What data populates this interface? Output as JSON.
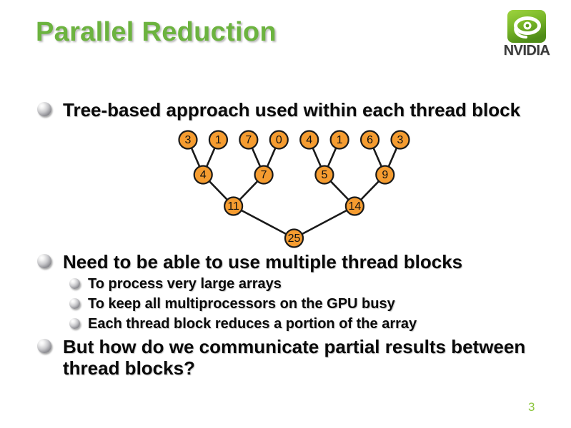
{
  "slide": {
    "title": "Parallel Reduction",
    "page_number": "3",
    "colors": {
      "title_green": "#6CB33F",
      "page_green": "#8DC63F",
      "node_orange": "#F59C30",
      "node_stroke": "#1a1a1a",
      "edge_black": "#1a1a1a"
    }
  },
  "logo": {
    "brand": "NVIDIA",
    "icon": "nvidia-eye-icon"
  },
  "bullets": [
    {
      "level": 1,
      "text": "Tree-based approach used within each thread block"
    },
    {
      "level": 1,
      "text": "Need to be able to use multiple thread blocks"
    },
    {
      "level": 2,
      "text": "To process very large arrays"
    },
    {
      "level": 2,
      "text": "To keep all multiprocessors on the GPU busy"
    },
    {
      "level": 2,
      "text": "Each thread block reduces a portion of the array"
    },
    {
      "level": 1,
      "text": "But how do we communicate partial results between thread blocks?"
    }
  ],
  "tree": {
    "description": "binary reduction tree of partial sums",
    "rows": [
      [
        3,
        1,
        7,
        0,
        4,
        1,
        6,
        3
      ],
      [
        4,
        7,
        5,
        9
      ],
      [
        11,
        14
      ],
      [
        25
      ]
    ]
  }
}
